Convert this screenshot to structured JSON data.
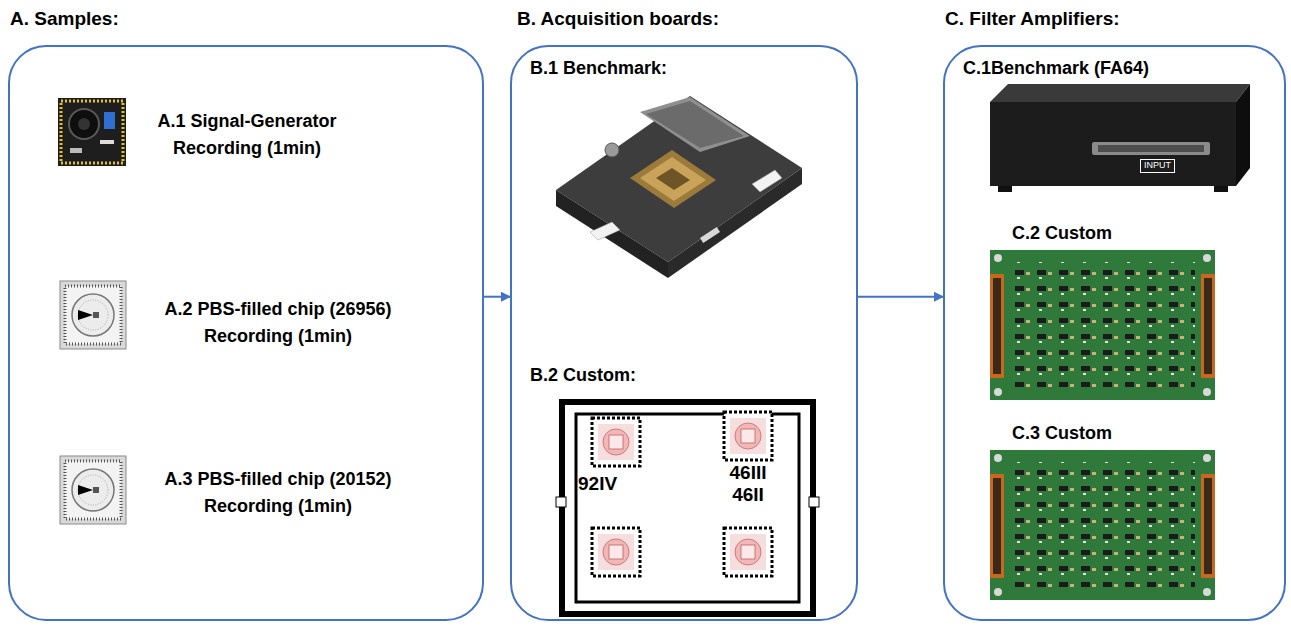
{
  "diagram": {
    "nodes": [
      {
        "text": [
          "A. Samples:"
        ]
      },
      {
        "text": [
          "B. Acquisition boards:"
        ]
      },
      {
        "text": [
          "C. Filter Amplifiers:"
        ]
      }
    ],
    "edges": [
      {
        "from": 0,
        "to": 1,
        "arrow": "to"
      },
      {
        "from": 1,
        "to": 2,
        "arrow": "to"
      }
    ],
    "labels": [
      "A.1 Signal-Generator Recording (1min)",
      "A.2 PBS-filled chip (26956) Recording (1min)",
      "A.3 PBS-filled chip (20152) Recording (1min)",
      "B.1 Benchmark:",
      "B.2 Custom:",
      "92IV",
      "46III",
      "46II",
      "C.1Benchmark (FA64)",
      "INPUT",
      "C.2 Custom",
      "C.3 Custom"
    ]
  }
}
